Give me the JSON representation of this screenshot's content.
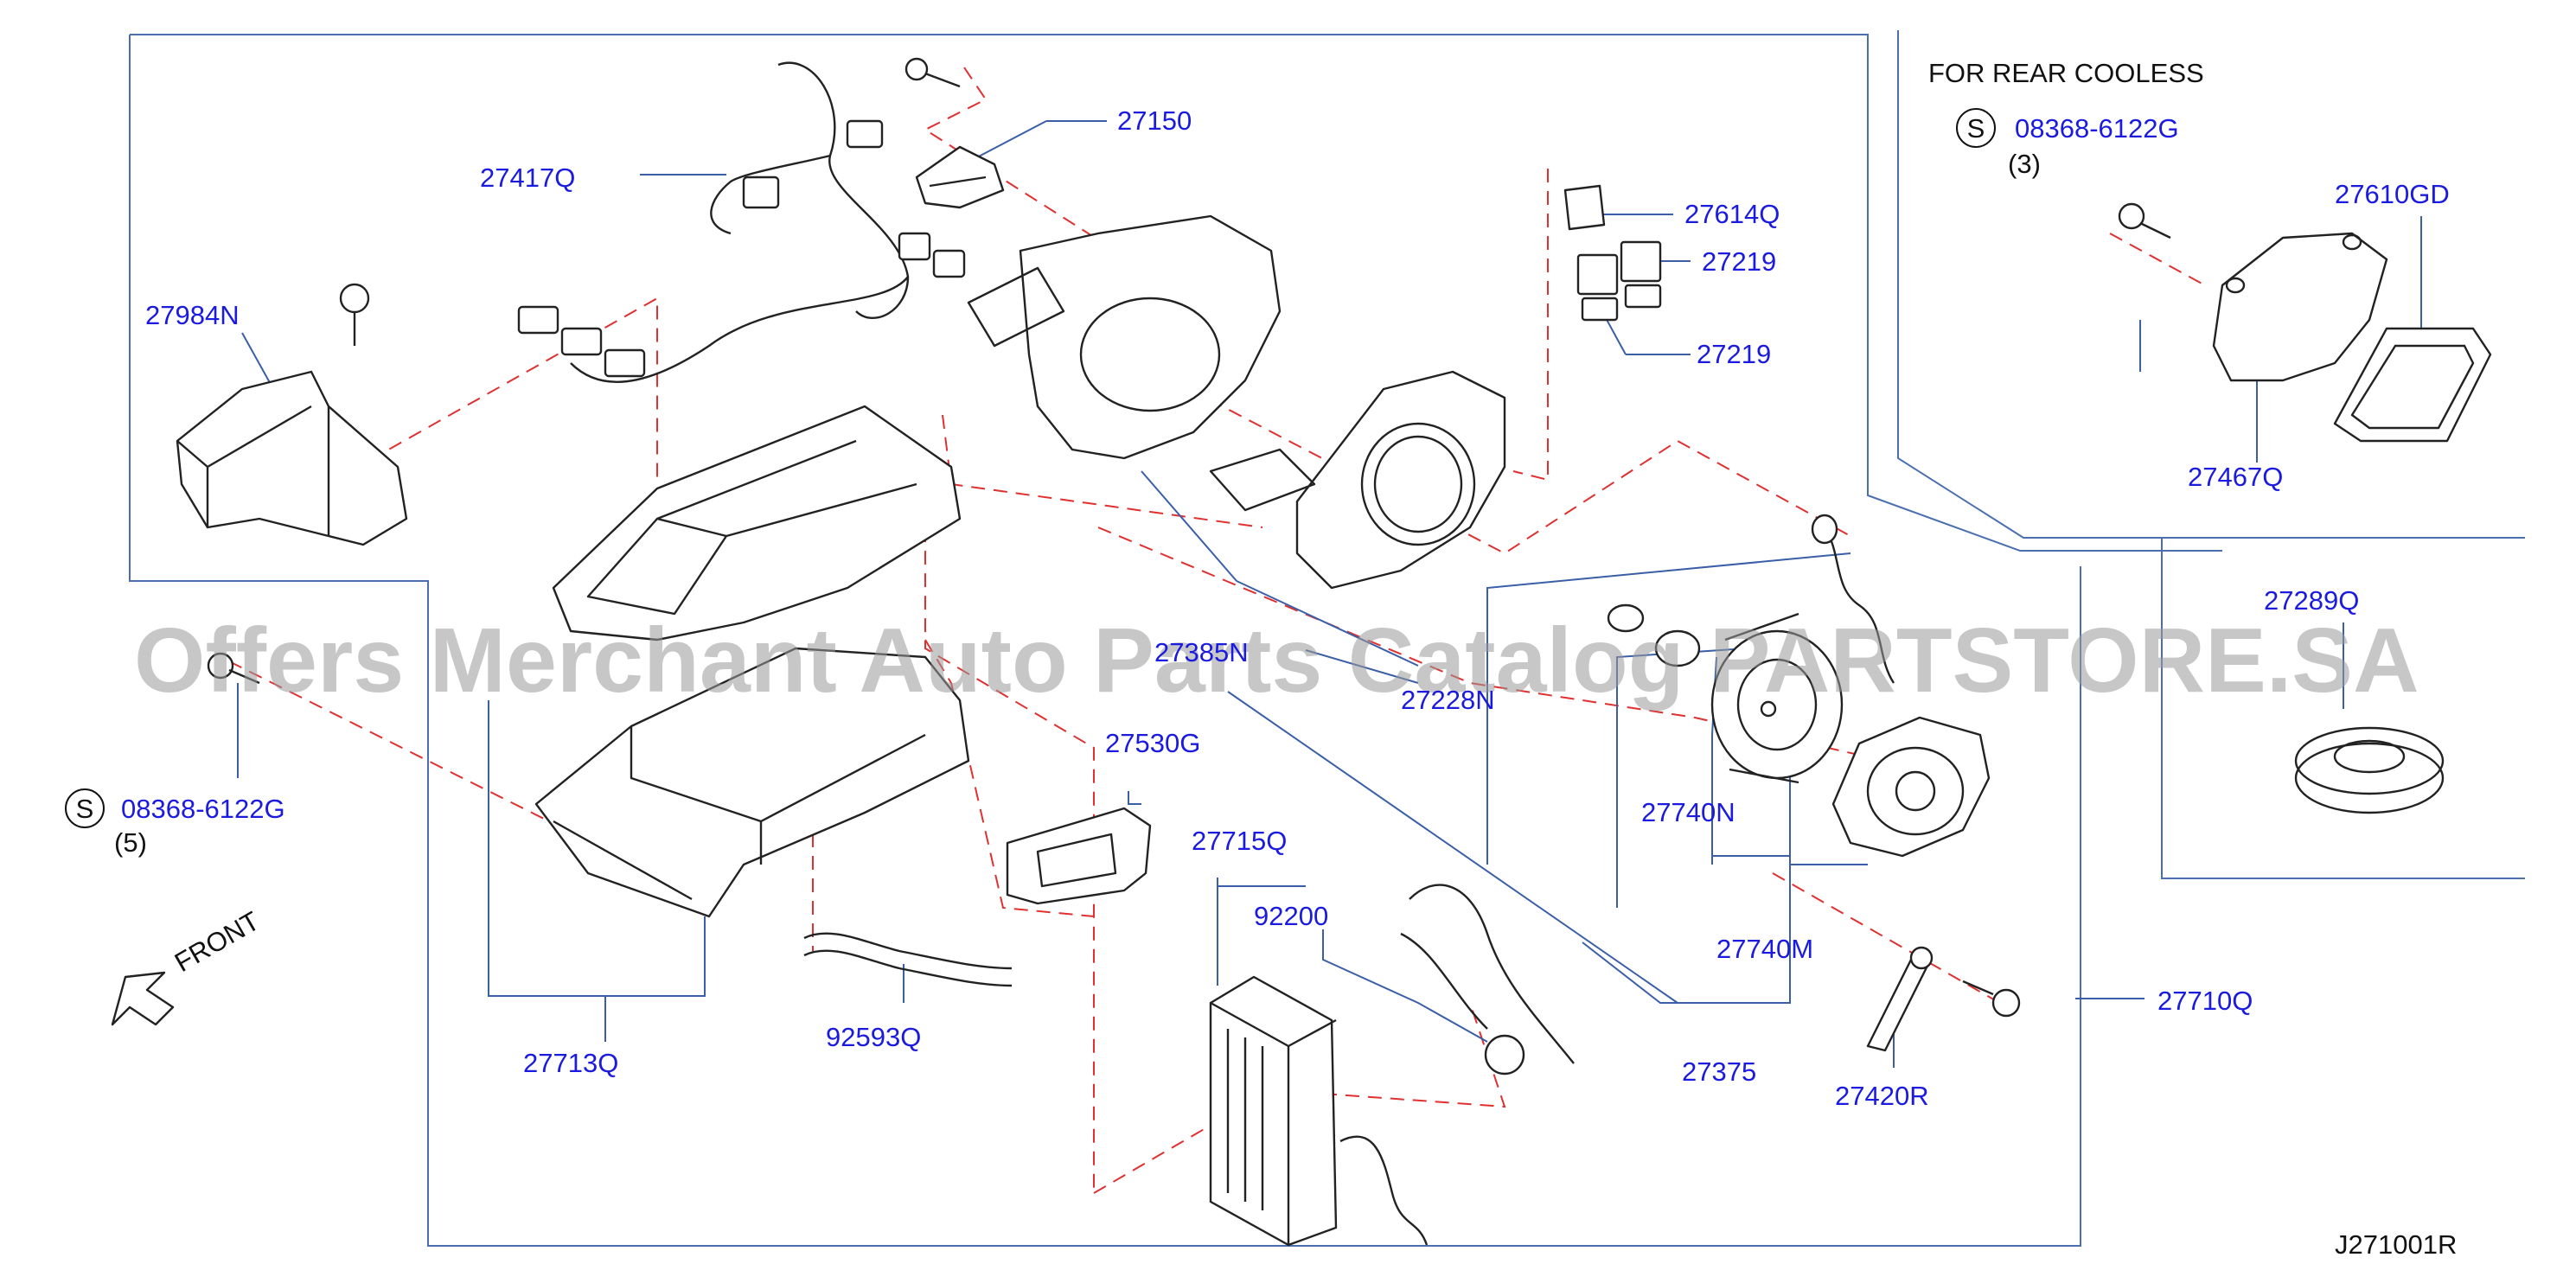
{
  "header": {
    "rear_cooler_note": "FOR  REAR  COOLESS"
  },
  "watermark": "Offers Merchant Auto Parts Catalog PARTSTORE.SA",
  "diagram_id": "J271001R",
  "front_label": "FRONT",
  "screw_symbol": "S",
  "callouts": {
    "p27150": "27150",
    "p27417Q": "27417Q",
    "p27984N": "27984N",
    "p27614Q": "27614Q",
    "p27219a": "27219",
    "p27219b": "27219",
    "p27610GD": "27610GD",
    "p27467Q": "27467Q",
    "p27289Q": "27289Q",
    "p27385N": "27385N",
    "p27228N": "27228N",
    "p27740N": "27740N",
    "p27740M": "27740M",
    "p27375": "27375",
    "p27420R": "27420R",
    "p27710Q": "27710Q",
    "p27530G": "27530G",
    "p27715Q": "27715Q",
    "p92200": "92200",
    "p92593Q": "92593Q",
    "p27713Q": "27713Q",
    "screw_rear": "08368-6122G",
    "screw_rear_qty": "(3)",
    "screw_left": "08368-6122G",
    "screw_left_qty": "(5)"
  },
  "colors": {
    "label": "#1a1ae0",
    "frame": "#4a6fb0",
    "dashed": "#e03030",
    "watermark": "#9a9a9a"
  }
}
